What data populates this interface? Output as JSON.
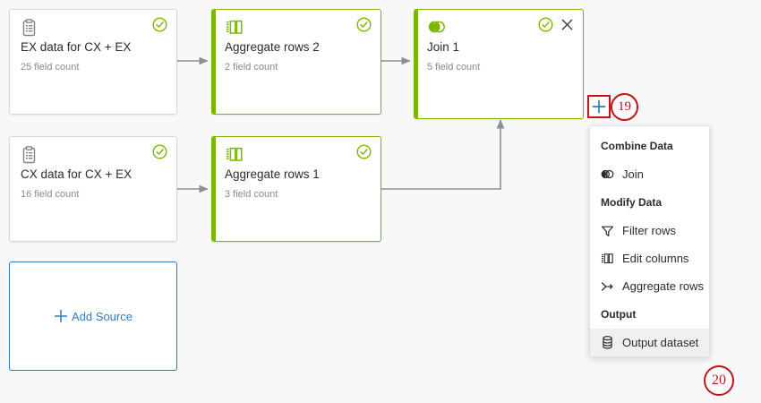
{
  "canvas": {
    "background": "#f8f8f8",
    "accent_green": "#7ab800",
    "accent_blue": "#2d7ac7",
    "annotation_red": "#c3121b",
    "wire_gray": "#8a9199"
  },
  "nodes": [
    {
      "id": "ex-data-source",
      "icon": "clipboard-icon",
      "title": "EX data for CX + EX",
      "subtitle": "25 field count",
      "status_icon": "check-circle-icon",
      "style": "plain",
      "closable": false
    },
    {
      "id": "aggregate-rows-2",
      "icon": "columns-icon",
      "title": "Aggregate rows 2",
      "subtitle": "2 field count",
      "status_icon": "check-circle-icon",
      "style": "green",
      "closable": false
    },
    {
      "id": "join-1",
      "icon": "join-icon",
      "title": "Join 1",
      "subtitle": "5 field count",
      "status_icon": "check-circle-icon",
      "close_icon": "close-icon",
      "style": "green",
      "closable": true
    },
    {
      "id": "cx-data-source",
      "icon": "clipboard-icon",
      "title": "CX data for CX + EX",
      "subtitle": "16 field count",
      "status_icon": "check-circle-icon",
      "style": "plain",
      "closable": false
    },
    {
      "id": "aggregate-rows-1",
      "icon": "columns-icon",
      "title": "Aggregate rows 1",
      "subtitle": "3 field count",
      "status_icon": "check-circle-icon",
      "style": "green",
      "closable": false
    }
  ],
  "add_source": {
    "label": "Add Source",
    "icon": "plus-icon"
  },
  "plus_button": {
    "icon": "plus-icon",
    "annotation": "19"
  },
  "menu": {
    "sections": [
      {
        "header": "Combine Data",
        "items": [
          {
            "label": "Join",
            "icon": "join-icon",
            "highlighted": false,
            "annotation": ""
          }
        ]
      },
      {
        "header": "Modify Data",
        "items": [
          {
            "label": "Filter rows",
            "icon": "filter-icon",
            "highlighted": false,
            "annotation": ""
          },
          {
            "label": "Edit columns",
            "icon": "columns-icon",
            "highlighted": false,
            "annotation": ""
          },
          {
            "label": "Aggregate rows",
            "icon": "aggregate-icon",
            "highlighted": false,
            "annotation": ""
          }
        ]
      },
      {
        "header": "Output",
        "items": [
          {
            "label": "Output dataset",
            "icon": "database-icon",
            "highlighted": true,
            "annotation": "20"
          }
        ]
      }
    ]
  }
}
